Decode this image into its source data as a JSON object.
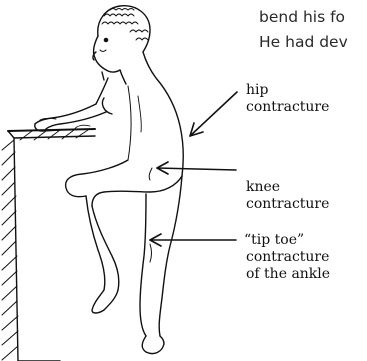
{
  "caption_lines": [
    "bend his fo",
    "He had dev"
  ],
  "labels": {
    "hip": [
      "hip",
      "contracture"
    ],
    "knee": [
      "knee",
      "contracture"
    ],
    "ankle": [
      "“tip toe”",
      "contracture",
      "of the ankle"
    ]
  }
}
